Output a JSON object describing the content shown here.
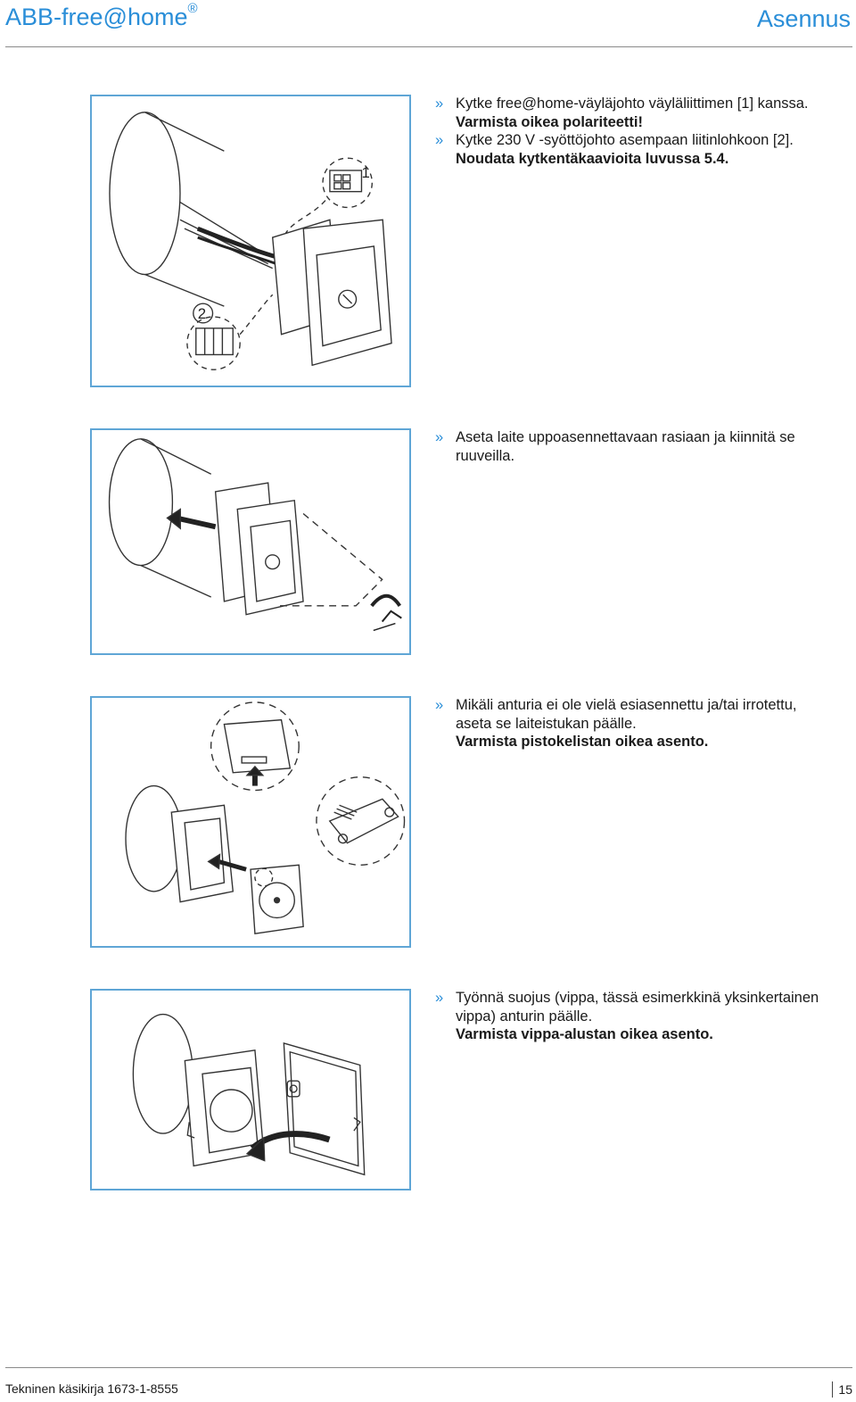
{
  "header": {
    "brand": "ABB-free@home",
    "brand_mark": "®",
    "section": "Asennus"
  },
  "steps": [
    {
      "lines": [
        {
          "mark": "»",
          "text": "Kytke free@home-väyläjohto väyläliittimen [1] kanssa.",
          "bold": false
        },
        {
          "mark": "",
          "text": "Varmista oikea polariteetti!",
          "bold": true
        },
        {
          "mark": "»",
          "text": "Kytke 230 V -syöttöjohto asempaan liitinlohkoon [2].",
          "bold": false
        },
        {
          "mark": "",
          "text": "Noudata kytkentäkaavioita luvussa 5.4.",
          "bold": true
        }
      ],
      "figure_labels": [
        "1",
        "2"
      ]
    },
    {
      "lines": [
        {
          "mark": "»",
          "text": "Aseta laite uppoasennettavaan rasiaan ja kiinnitä se ruuveilla.",
          "bold": false
        }
      ]
    },
    {
      "lines": [
        {
          "mark": "»",
          "text": "Mikäli anturia ei ole vielä esiasennettu ja/tai irrotettu, aseta se laiteistukan päälle.",
          "bold": false
        },
        {
          "mark": "",
          "text": "Varmista pistokelistan oikea asento.",
          "bold": true
        }
      ]
    },
    {
      "lines": [
        {
          "mark": "»",
          "text": "Työnnä suojus (vippa, tässä esimerkkinä yksinkertainen vippa) anturin päälle.",
          "bold": false
        },
        {
          "mark": "",
          "text": "Varmista vippa-alustan oikea asento.",
          "bold": true
        }
      ]
    }
  ],
  "footer": {
    "document": "Tekninen käsikirja 1673-1-8555",
    "page": "15"
  },
  "colors": {
    "accent": "#2a8ed8",
    "frame": "#5fa6d6"
  }
}
